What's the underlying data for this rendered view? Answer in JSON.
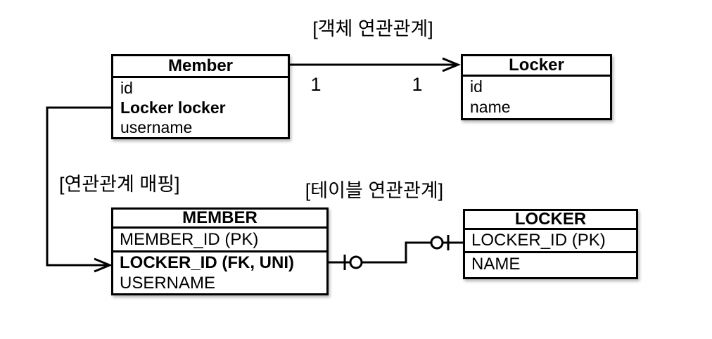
{
  "colors": {
    "background": "#ffffff",
    "line": "#000000"
  },
  "object_section": {
    "title": "[객체 연관관계]",
    "member_class": {
      "title": "Member",
      "fields": [
        "id",
        "Locker locker",
        "username"
      ]
    },
    "locker_class": {
      "title": "Locker",
      "fields": [
        "id",
        "name"
      ]
    },
    "multiplicities": {
      "member_side": "1",
      "locker_side": "1"
    }
  },
  "mapping_label": "[연관관계 매핑]",
  "table_section": {
    "title": "[테이블 연관관계]",
    "member_table": {
      "title": "MEMBER",
      "rows": [
        "MEMBER_ID (PK)",
        "LOCKER_ID (FK, UNI)",
        "USERNAME"
      ]
    },
    "locker_table": {
      "title": "LOCKER",
      "rows": [
        "LOCKER_ID (PK)",
        "NAME"
      ]
    }
  }
}
